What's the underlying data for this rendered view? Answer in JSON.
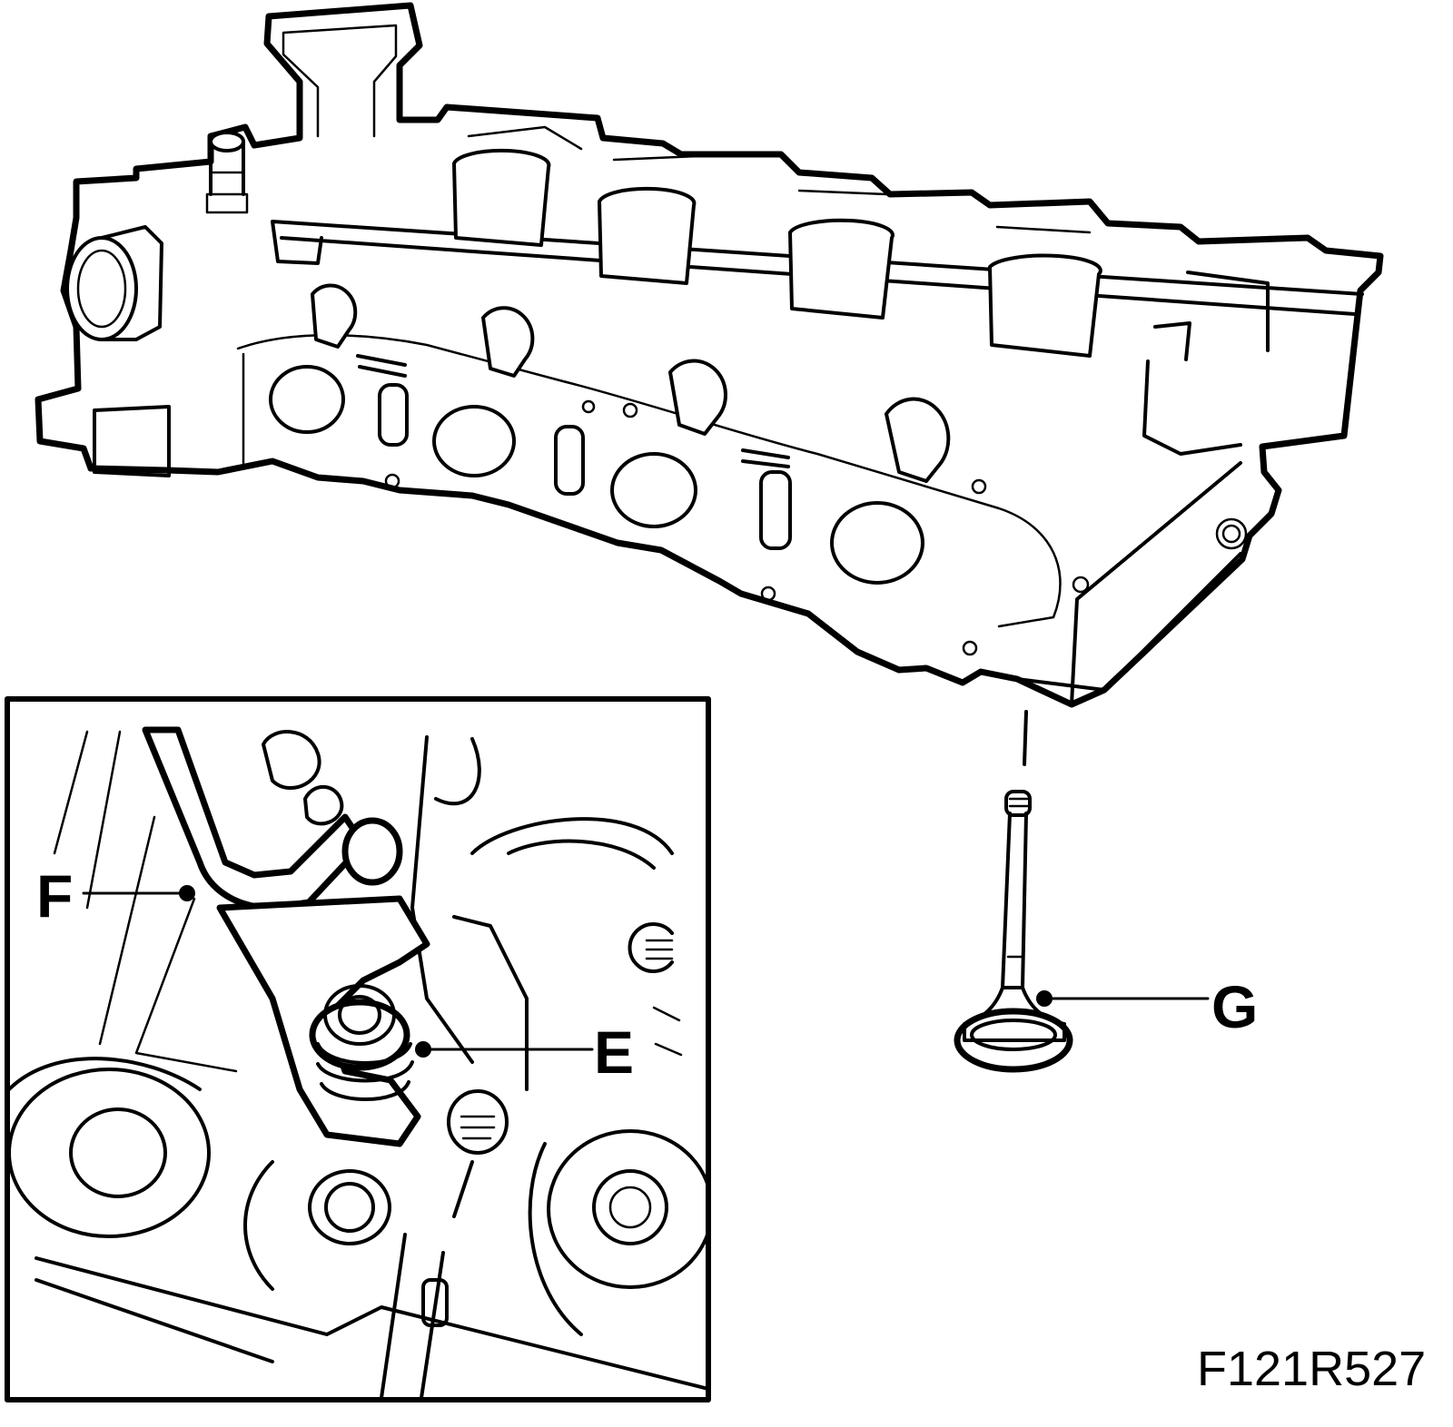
{
  "figure": {
    "id_code": "F121R527",
    "callouts": [
      {
        "key": "F",
        "label": "F"
      },
      {
        "key": "E",
        "label": "E"
      },
      {
        "key": "G",
        "label": "G"
      }
    ]
  }
}
